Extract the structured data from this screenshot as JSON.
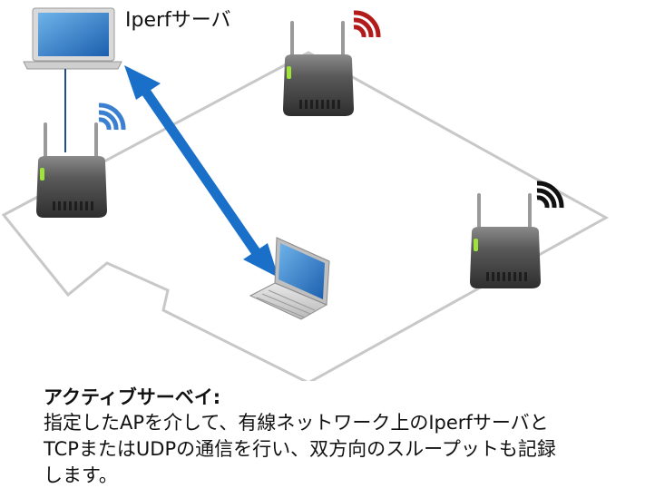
{
  "diagram": {
    "server_label": "Iperfサーバ",
    "colors": {
      "floor_outline": "#c8c8c8",
      "arrow": "#1a6fc9",
      "wifi_blue": "#3a7fd0",
      "wifi_red": "#b31b1b",
      "wifi_black": "#111111",
      "ap_body": "#555555",
      "ap_led": "#9fe23a"
    },
    "icons": {
      "server_laptop": "laptop-icon",
      "client_laptop": "laptop-icon",
      "access_point": "wireless-access-point-icon",
      "signal": "wifi-signal-icon",
      "link_arrow": "double-arrow-icon"
    }
  },
  "caption": {
    "title": "アクティブサーベイ:",
    "body_lines": [
      "指定したAPを介して、有線ネットワーク上のIperfサーバと",
      "TCPまたはUDPの通信を行い、双方向のスループットも記録",
      "します。"
    ]
  }
}
